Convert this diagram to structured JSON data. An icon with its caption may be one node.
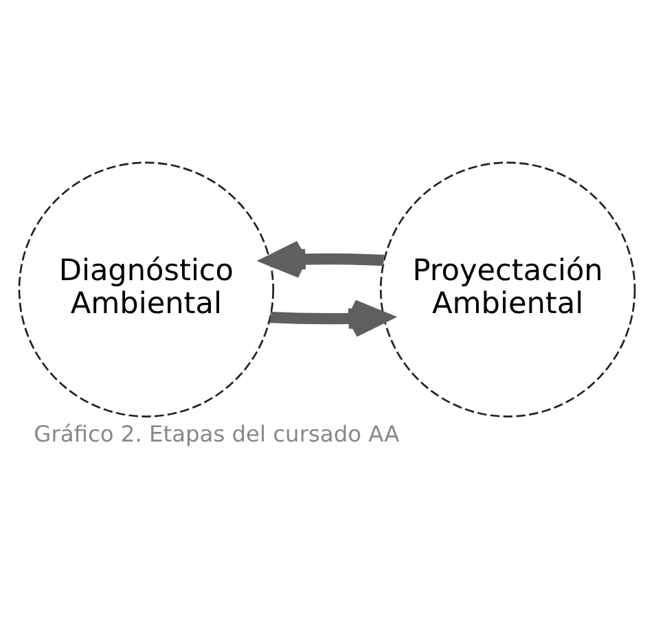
{
  "diagram": {
    "caption": "Gráfico 2. Etapas del cursado AA",
    "nodes": [
      {
        "text": [
          "Diagnóstico Ambiental"
        ]
      },
      {
        "text": [
          "Proyectación Ambiental"
        ]
      }
    ],
    "edges": [
      {
        "from": 1,
        "to": 0,
        "arrow": "to"
      },
      {
        "from": 0,
        "to": 1,
        "arrow": "to"
      }
    ]
  }
}
